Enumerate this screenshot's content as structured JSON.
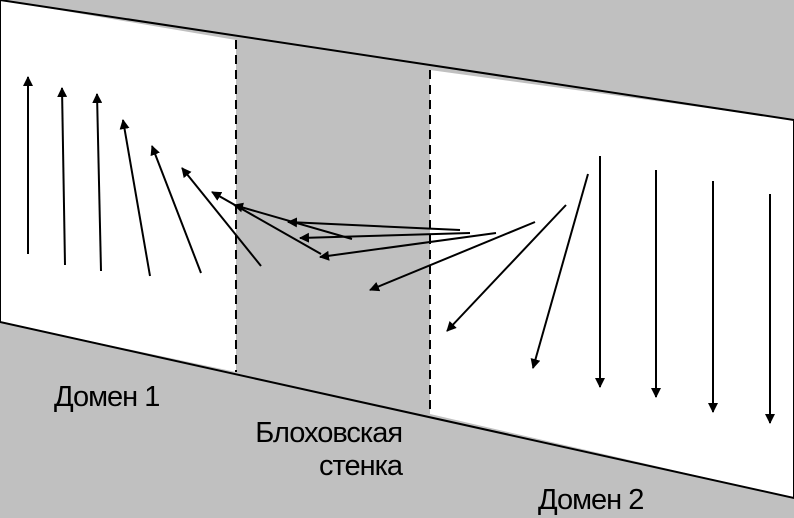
{
  "labels": {
    "domain1": "Домен 1",
    "wall_line1": "Блоховская",
    "wall_line2": "стенка",
    "domain2": "Домен 2"
  },
  "colors": {
    "background": "#c0c0c0",
    "domain_fill": "#ffffff",
    "wall_fill": "#c0c0c0",
    "stroke": "#000000"
  }
}
